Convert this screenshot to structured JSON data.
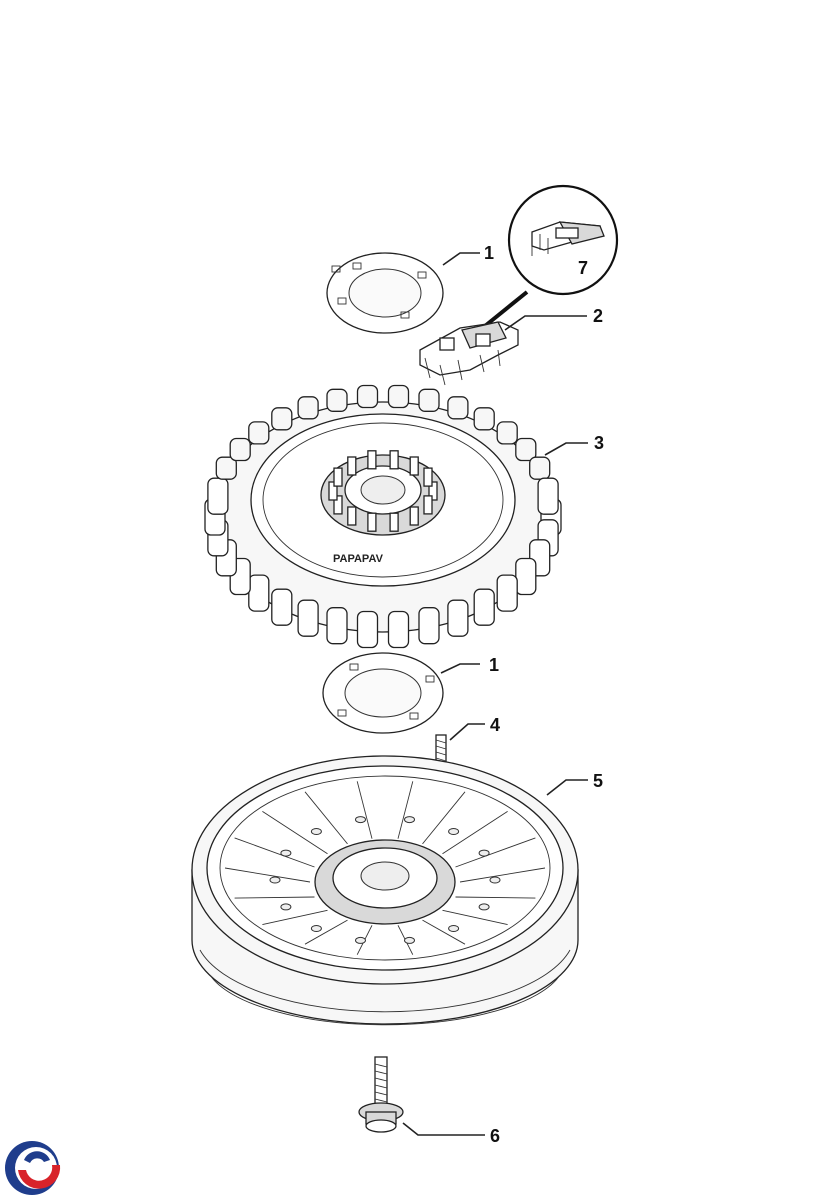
{
  "diagram": {
    "callouts": [
      {
        "id": "label-1-top",
        "text": "1"
      },
      {
        "id": "label-2",
        "text": "2"
      },
      {
        "id": "label-3",
        "text": "3"
      },
      {
        "id": "label-1-bottom",
        "text": "1"
      },
      {
        "id": "label-4",
        "text": "4"
      },
      {
        "id": "label-5",
        "text": "5"
      },
      {
        "id": "label-6",
        "text": "6"
      },
      {
        "id": "label-7",
        "text": "7"
      }
    ],
    "stator_marking": "PAPAPAV"
  },
  "brand": {
    "logo_colors": [
      "#1f3d8c",
      "#d8232a"
    ]
  }
}
